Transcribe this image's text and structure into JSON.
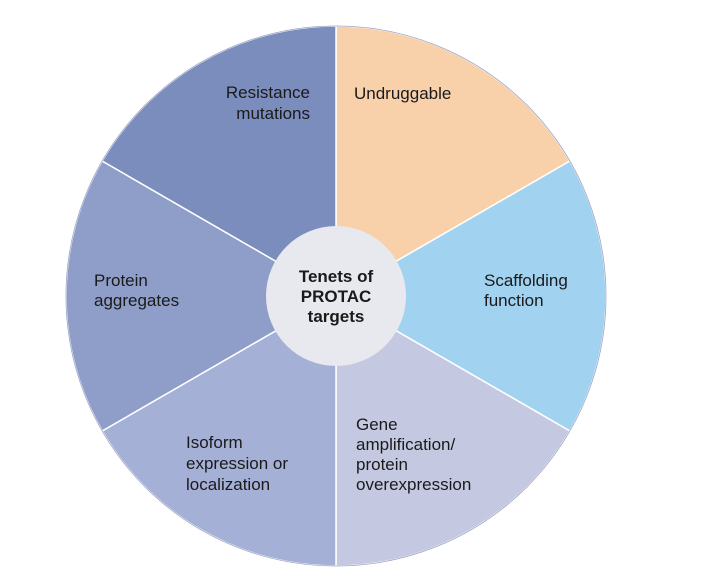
{
  "center": {
    "lines": [
      "Tenets of",
      "PROTAC",
      "targets"
    ],
    "color": "#e8e9ef"
  },
  "segments": [
    {
      "name": "undruggable",
      "lines": [
        "Undruggable"
      ],
      "color": "#f8d1ab"
    },
    {
      "name": "scaffolding-function",
      "lines": [
        "Scaffolding",
        "function"
      ],
      "color": "#a1d2ef"
    },
    {
      "name": "gene-amplification",
      "lines": [
        "Gene",
        "amplification/",
        "protein",
        "overexpression"
      ],
      "color": "#c4c9e1"
    },
    {
      "name": "isoform-expression",
      "lines": [
        "Isoform",
        "expression or",
        "localization"
      ],
      "color": "#a5b0d6"
    },
    {
      "name": "protein-aggregates",
      "lines": [
        "Protein",
        "aggregates"
      ],
      "color": "#8f9dc9"
    },
    {
      "name": "resistance-mutations",
      "lines": [
        "Resistance",
        "mutations"
      ],
      "color": "#7b8dbd"
    }
  ]
}
